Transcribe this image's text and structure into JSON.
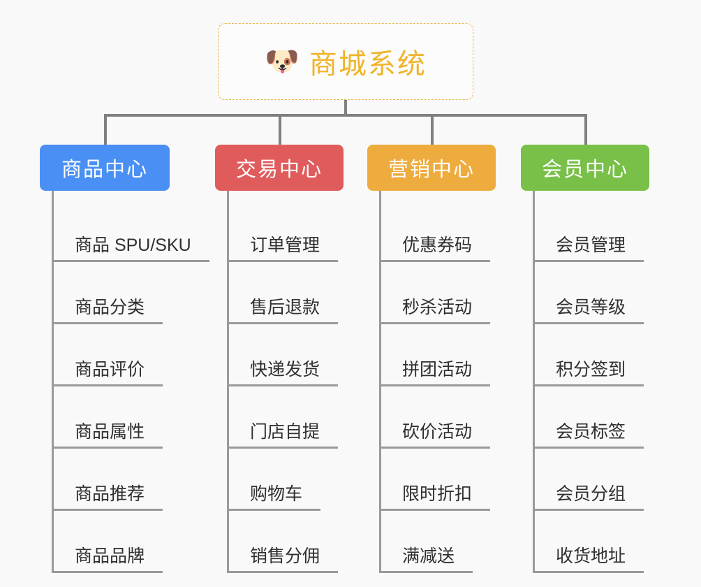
{
  "background_color": "#f9f9f9",
  "root": {
    "icon": "dog-face-emoji",
    "icon_glyph": "🐶",
    "title": "商城系统",
    "text_color": "#f0b429",
    "border_color": "#e8b64c"
  },
  "connector_color": "#808080",
  "columns": [
    {
      "id": "product-center",
      "title": "商品中心",
      "color": "#4a90f4",
      "items": [
        "商品 SPU/SKU",
        "商品分类",
        "商品评价",
        "商品属性",
        "商品推荐",
        "商品品牌"
      ]
    },
    {
      "id": "trade-center",
      "title": "交易中心",
      "color": "#e05c5c",
      "items": [
        "订单管理",
        "售后退款",
        "快递发货",
        "门店自提",
        "购物车",
        "销售分佣"
      ]
    },
    {
      "id": "marketing-center",
      "title": "营销中心",
      "color": "#eeac3e",
      "items": [
        "优惠券码",
        "秒杀活动",
        "拼团活动",
        "砍价活动",
        "限时折扣",
        "满减送"
      ]
    },
    {
      "id": "member-center",
      "title": "会员中心",
      "color": "#78c048",
      "items": [
        "会员管理",
        "会员等级",
        "积分签到",
        "会员标签",
        "会员分组",
        "收货地址"
      ]
    }
  ]
}
